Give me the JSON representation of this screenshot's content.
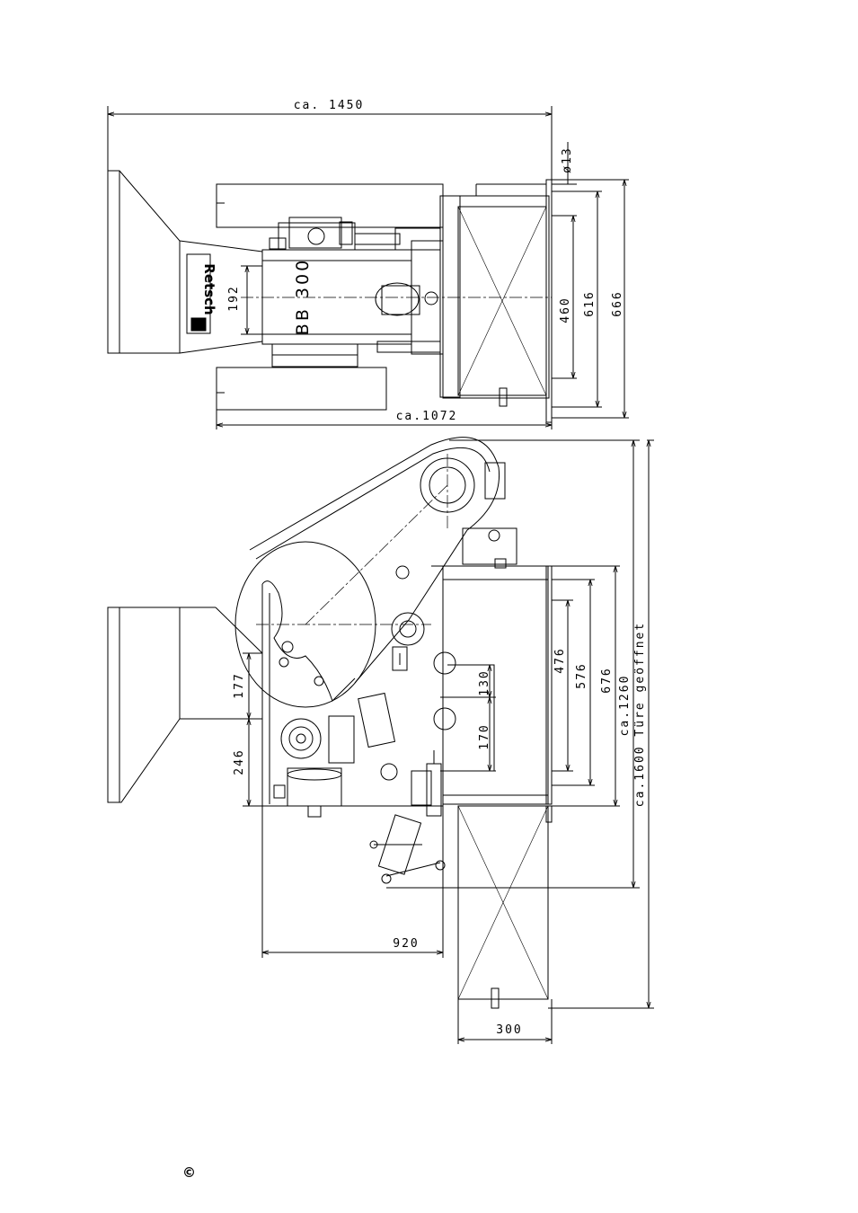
{
  "top_view": {
    "brand_label": "Retsch",
    "model_label": "BB 300",
    "dims": {
      "overall_width": "ca. 1450",
      "base_width": "ca.1072",
      "hole": "ø13",
      "d192": "192",
      "d460": "460",
      "d616": "616",
      "d666": "666"
    }
  },
  "side_view": {
    "dims": {
      "d177": "177",
      "d246": "246",
      "d130": "130",
      "d170": "170",
      "d476": "476",
      "d576": "576",
      "d676": "676",
      "h1260": "ca.1260",
      "h1600": "ca.1600 Türe geöffnet",
      "d920": "920",
      "d300": "300"
    }
  },
  "footer": {
    "copyright": "©"
  }
}
